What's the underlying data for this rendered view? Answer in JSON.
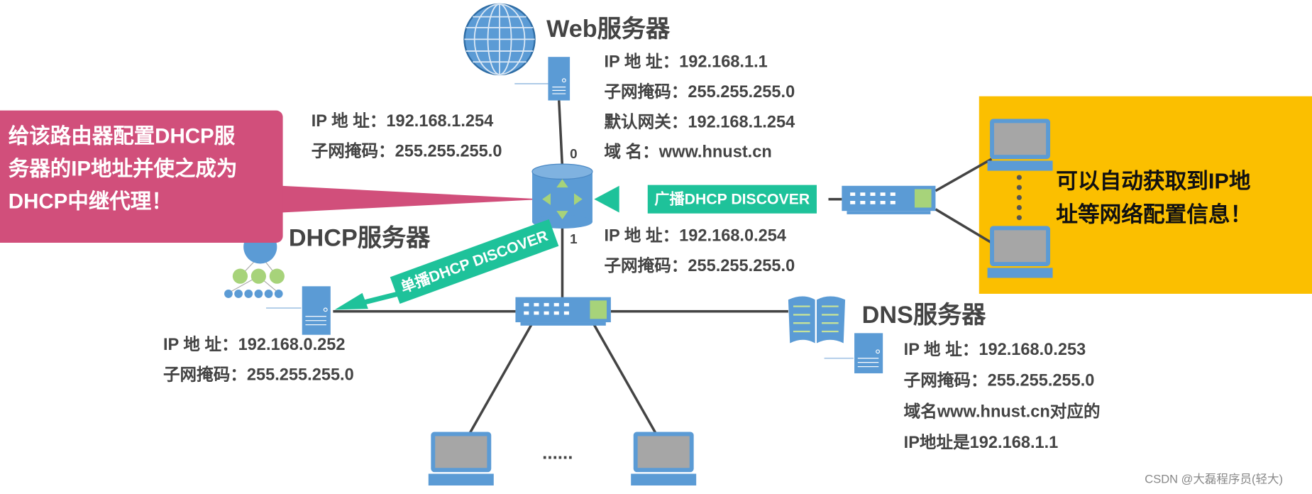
{
  "web_server": {
    "title": "Web服务器",
    "lines": [
      "IP 地  址：192.168.1.1",
      "子网掩码：255.255.255.0",
      "默认网关：192.168.1.254",
      "域      名：www.hnust.cn"
    ]
  },
  "router": {
    "port0": "0",
    "port1": "1",
    "interface0_lines": [
      "IP 地  址：192.168.1.254",
      "子网掩码：255.255.255.0"
    ],
    "interface1_lines": [
      "IP 地  址：192.168.0.254",
      "子网掩码：255.255.255.0"
    ]
  },
  "callout": {
    "lines": [
      "给该路由器配置DHCP服",
      "务器的IP地址并使之成为",
      "DHCP中继代理！"
    ],
    "color": "#d14f7b"
  },
  "broadcast_banner": {
    "label": "广播DHCP DISCOVER",
    "color": "#1ec29a"
  },
  "unicast_banner": {
    "label": "单播DHCP DISCOVER",
    "color": "#1ec29a"
  },
  "clients_box": {
    "lines": [
      "可以自动获取到IP地",
      "址等网络配置信息！"
    ],
    "color": "#fbbf00"
  },
  "dhcp_server": {
    "title": "DHCP服务器",
    "lines": [
      "IP 地  址：192.168.0.252",
      "子网掩码：255.255.255.0"
    ]
  },
  "dns_server": {
    "title": "DNS服务器",
    "lines": [
      "IP 地  址：192.168.0.253",
      "子网掩码：255.255.255.0",
      "域名www.hnust.cn对应的",
      "IP地址是192.168.1.1"
    ]
  },
  "ellipsis": "......",
  "watermark": "CSDN @大磊程序员(轻大)",
  "colors": {
    "device_blue": "#5b9bd5",
    "line": "#444444",
    "text": "#444444"
  }
}
